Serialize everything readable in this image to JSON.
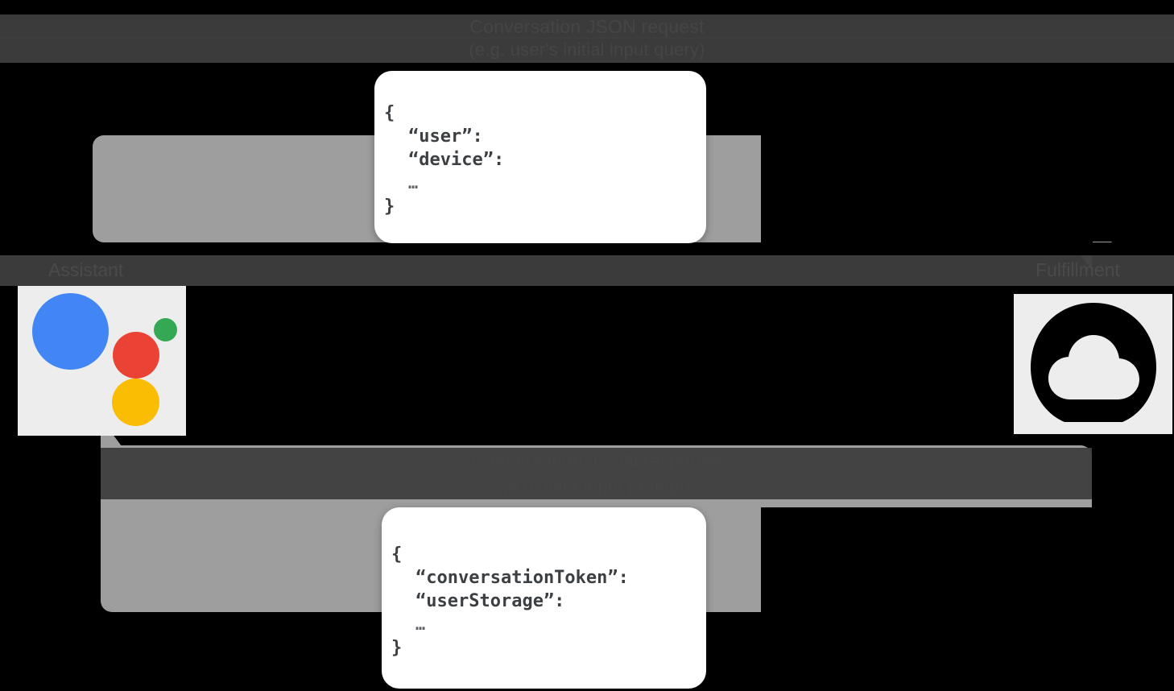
{
  "diagram": {
    "request_flow": {
      "title": "Conversation JSON request",
      "subtitle": "(e.g. user's initial input query)",
      "band_color": "#9e9e9e",
      "direction": "assistant-to-fulfillment"
    },
    "response_flow": {
      "title": "Conversation JSON response",
      "subtitle": "(e.g. user input prompt)",
      "band_color": "#9e9e9e",
      "direction": "fulfillment-to-assistant"
    },
    "actors": {
      "left": {
        "label": "Assistant",
        "icon": "google-assistant-icon",
        "colors": {
          "blue": "#4285F4",
          "red": "#EA4335",
          "yellow": "#FBBC04",
          "green": "#34A853"
        }
      },
      "right": {
        "label": "Fulfillment",
        "icon": "cloud-functions-icon",
        "colors": {
          "glyph": "#000000",
          "tile": "#ededed"
        }
      }
    },
    "request_payload": {
      "name": "conversation-json-request-card",
      "lines": [
        "{",
        "“user”:",
        "“device”:",
        "…",
        "}"
      ]
    },
    "response_payload": {
      "name": "conversation-json-response-card",
      "lines": [
        "{",
        "“conversationToken”:",
        "“userStorage”:",
        "…",
        "}"
      ]
    }
  }
}
